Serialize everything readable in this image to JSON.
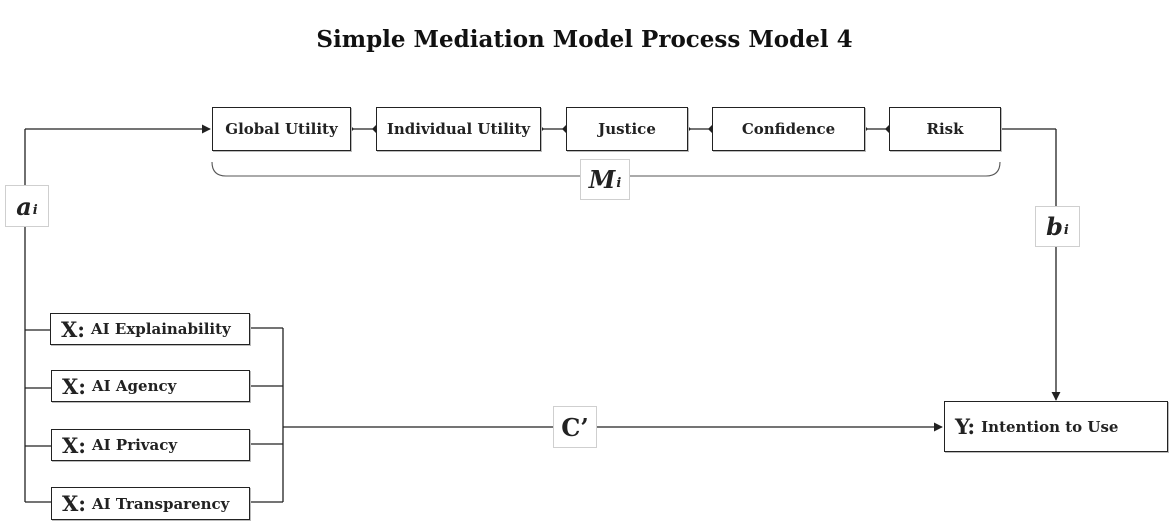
{
  "title": "Simple Mediation Model Process Model 4",
  "mediators": [
    {
      "id": "global-utility",
      "label": "Global Utility"
    },
    {
      "id": "individual-utility",
      "label": "Individual Utility"
    },
    {
      "id": "justice",
      "label": "Justice"
    },
    {
      "id": "confidence",
      "label": "Confidence"
    },
    {
      "id": "risk",
      "label": "Risk"
    }
  ],
  "mediator_group_label": {
    "main": "M",
    "sub": "i"
  },
  "path_a_label": {
    "main": "a",
    "sub": "i"
  },
  "path_b_label": {
    "main": "b",
    "sub": "i"
  },
  "path_c_label": "C’",
  "predictors": [
    {
      "prefix": "X:",
      "label": "AI Explainability"
    },
    {
      "prefix": "X:",
      "label": "AI Agency"
    },
    {
      "prefix": "X:",
      "label": "AI Privacy"
    },
    {
      "prefix": "X:",
      "label": "AI Transparency"
    }
  ],
  "outcome": {
    "prefix": "Y:",
    "label": "Intention to Use"
  }
}
